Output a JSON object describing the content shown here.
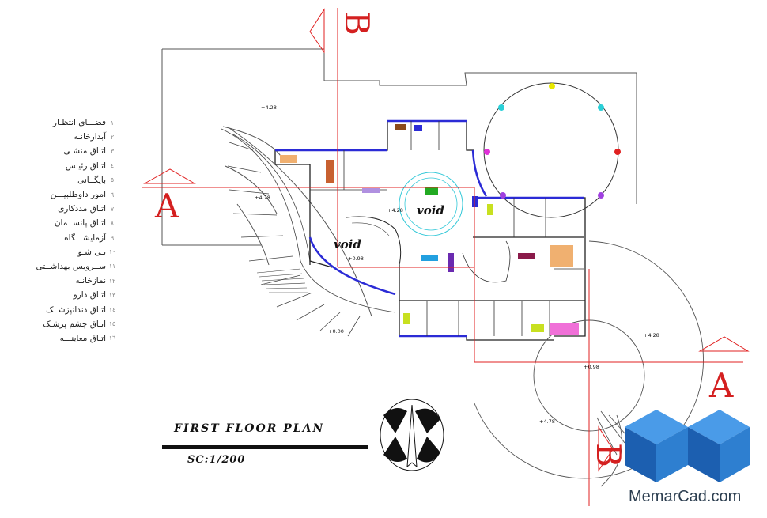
{
  "legend": [
    {
      "num": "١",
      "label": "فضـــای انتظـار"
    },
    {
      "num": "٢",
      "label": "آبدارخانـه"
    },
    {
      "num": "٣",
      "label": "اتـاق منشـی"
    },
    {
      "num": "٤",
      "label": "اتـاق رئیـس"
    },
    {
      "num": "٥",
      "label": "بایگــانی"
    },
    {
      "num": "٦",
      "label": "امور داوطلبیـــن"
    },
    {
      "num": "٧",
      "label": "اتـاق مددکاری"
    },
    {
      "num": "٨",
      "label": "اتـاق پانســمان"
    },
    {
      "num": "٩",
      "label": "آزمایشـــگاه"
    },
    {
      "num": "١٠",
      "label": "تـی شـو"
    },
    {
      "num": "١١",
      "label": "ســرویس بهداشــتی"
    },
    {
      "num": "١٢",
      "label": "نمازخانـه"
    },
    {
      "num": "١٣",
      "label": "اتـاق دارو"
    },
    {
      "num": "١٤",
      "label": "اتـاق دندانپزشــک"
    },
    {
      "num": "١٥",
      "label": "اتـاق چشم پزشـک"
    },
    {
      "num": "١٦",
      "label": "اتـاق معاینـــه"
    }
  ],
  "plan": {
    "title": "FIRST FLOOR PLAN",
    "scale": "SC:1/200",
    "void_label": "void",
    "section_a": "A",
    "section_b": "B",
    "levels": [
      "+4.28",
      "+4.78",
      "+4.28",
      "+0.98",
      "+0.00",
      "+4.28",
      "+0.98",
      "+4.78"
    ]
  },
  "brand": {
    "name": "MemarCad.com"
  },
  "colors": {
    "section_line": "#e02020",
    "wall": "#2b2bd6",
    "ink": "#111111"
  }
}
